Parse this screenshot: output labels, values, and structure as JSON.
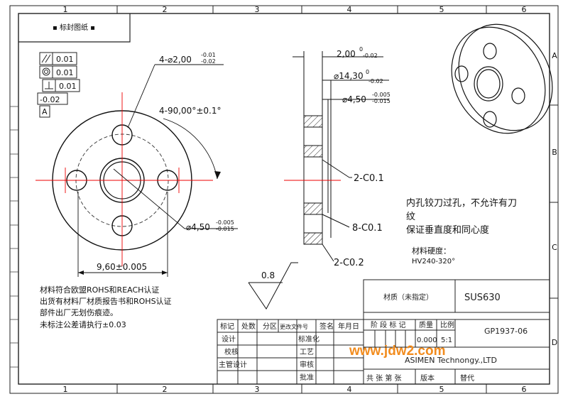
{
  "border": {
    "columns": [
      "1",
      "2",
      "3",
      "4",
      "5",
      "6"
    ],
    "rows": [
      "A",
      "B",
      "C",
      "D"
    ]
  },
  "title_box": "▪ 标封图纸 ▪",
  "gdt": {
    "parallel": "0.01",
    "concentric": "0.01",
    "perpendicular": "0.01",
    "offset": "-0.02",
    "datum": "A"
  },
  "dims": {
    "hole_count_dia": "4-⌀2,00",
    "hole_tol_up": "-0.01",
    "hole_tol_low": "-0.02",
    "angle": "4-90,00°±0.1°",
    "center_dia": "⌀4,50",
    "center_tol_up": "-0.005",
    "center_tol_low": "-0.015",
    "pitch": "9,60±0.005",
    "thickness": "2,00",
    "thickness_tol_up": "0",
    "thickness_tol_low": "-0.02",
    "outer_dia": "⌀14,30",
    "outer_tol_up": "0",
    "outer_tol_low": "-0.02",
    "bore_dia": "⌀4,50",
    "bore_tol_up": "-0.005",
    "bore_tol_low": "-0.015",
    "chamfer1": "2-C0.1",
    "chamfer2": "8-C0.1",
    "chamfer3": "2-C0.2",
    "roughness": "0.8"
  },
  "notes": {
    "right1": "内孔铰刀过孔，不允许有刀",
    "right2": "纹",
    "right3": "保证垂直度和同心度",
    "hardness_label": "材料硬度：",
    "hardness_value": "HV240-320°",
    "left1": "材料符合欧盟ROHS和REACH认证",
    "left2": "出货有材料厂材质报告书和ROHS认证",
    "left3": "部件出厂无划伤痕迹。",
    "left4": "未标注公差请执行±0.03"
  },
  "titleblock": {
    "material_label": "材质（未指定）",
    "material": "SUS630",
    "stage_label": "阶 段 标 记",
    "weight_label": "质量",
    "scale_label": "比例",
    "weight": "0.000",
    "scale": "5:1",
    "drawing_no": "GP1937-06",
    "company": "ASIMEN Technongy.,LTD",
    "sheet_label": "共 张  第 张",
    "version_label": "版本",
    "replace_label": "替代",
    "rev_headers": [
      "标记",
      "处数",
      "分区",
      "更改文件号",
      "签名",
      "年月日"
    ],
    "roles": [
      "设计",
      "校核",
      "主管设计"
    ],
    "roles2": [
      "标准化",
      "工艺",
      "审核",
      "批准"
    ]
  },
  "watermark": "www.jdw2.com"
}
